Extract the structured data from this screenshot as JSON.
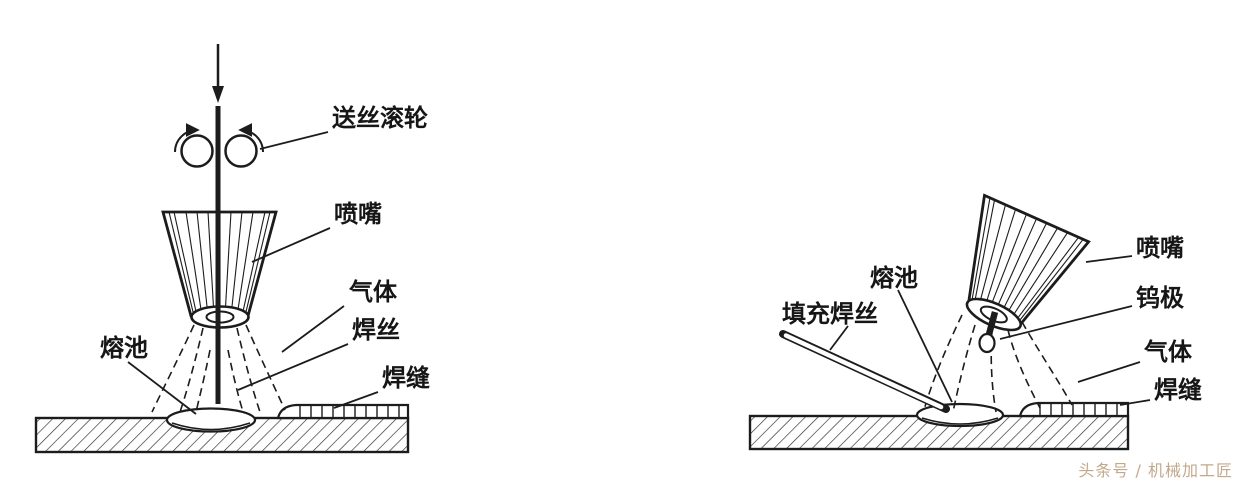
{
  "figure": {
    "left": {
      "labels": {
        "wire_feed_rollers": "送丝滚轮",
        "nozzle": "喷嘴",
        "gas": "气体",
        "welding_wire": "焊丝",
        "molten_pool": "熔池",
        "weld_seam": "焊缝"
      }
    },
    "right": {
      "labels": {
        "molten_pool": "熔池",
        "filler_wire": "填充焊丝",
        "nozzle": "喷嘴",
        "tungsten_electrode": "钨极",
        "gas": "气体",
        "weld_seam": "焊缝"
      }
    },
    "watermark": "头条号 / 机械加工匠",
    "colors": {
      "ink": "#1c1c1c",
      "watermark": "#c2a98b",
      "background": "#ffffff"
    }
  }
}
